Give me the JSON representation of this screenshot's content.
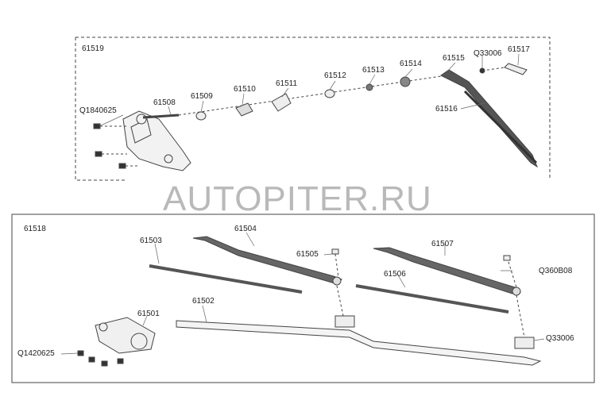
{
  "watermark": "AUTOPITER.RU",
  "groups": {
    "top": {
      "group_label": "61519",
      "parts": {
        "q1840625": "Q1840625",
        "p61508": "61508",
        "p61509": "61509",
        "p61510": "61510",
        "p61511": "61511",
        "p61512": "61512",
        "p61513": "61513",
        "p61514": "61514",
        "p61515": "61515",
        "q33006": "Q33006",
        "p61517": "61517",
        "p61516": "61516"
      }
    },
    "bottom": {
      "group_label": "61518",
      "parts": {
        "p61503": "61503",
        "p61504": "61504",
        "p61505": "61505",
        "p61507": "61507",
        "q360b08": "Q360B08",
        "p61506": "61506",
        "p61502": "61502",
        "p61501": "61501",
        "q1420625": "Q1420625",
        "q33006": "Q33006"
      }
    }
  }
}
